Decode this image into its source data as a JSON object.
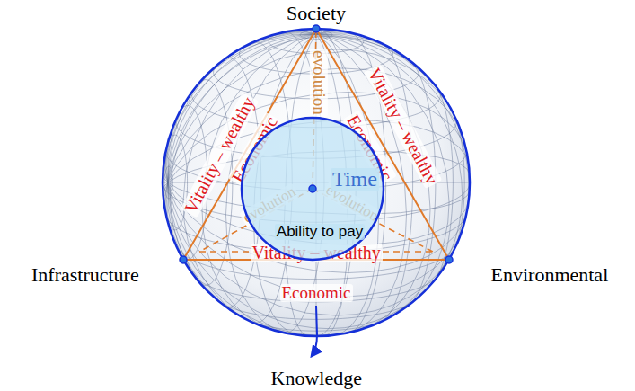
{
  "diagram": {
    "nodes": [
      {
        "text": [
          "Time",
          "Ability to pay"
        ]
      }
    ],
    "labels": [
      "Society",
      "Vitality – wealthy",
      "evolution",
      "Vitality – wealthy",
      "Economic",
      "Economic",
      "evolution",
      "evolution",
      "Vitality – wealthy",
      "Infrastructure",
      "Environmental",
      "Economic",
      "Knowledge"
    ]
  }
}
